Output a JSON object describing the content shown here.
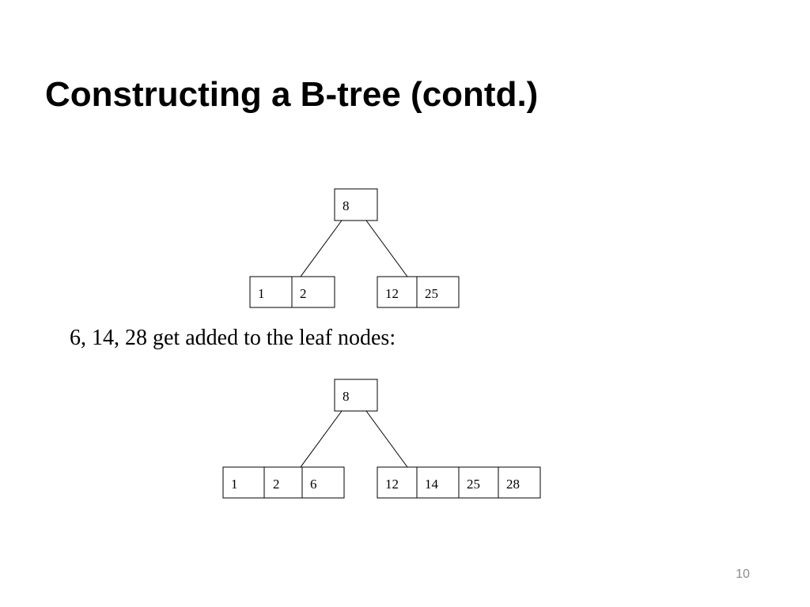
{
  "slide": {
    "title": "Constructing a B-tree (contd.)",
    "caption": "6, 14, 28 get added to the leaf nodes:",
    "page_number": "10"
  },
  "trees": [
    {
      "root": [
        "8"
      ],
      "leaves": [
        [
          "1",
          "2"
        ],
        [
          "12",
          "25"
        ]
      ]
    },
    {
      "root": [
        "8"
      ],
      "leaves": [
        [
          "1",
          "2",
          "6"
        ],
        [
          "12",
          "14",
          "25",
          "28"
        ]
      ]
    }
  ]
}
